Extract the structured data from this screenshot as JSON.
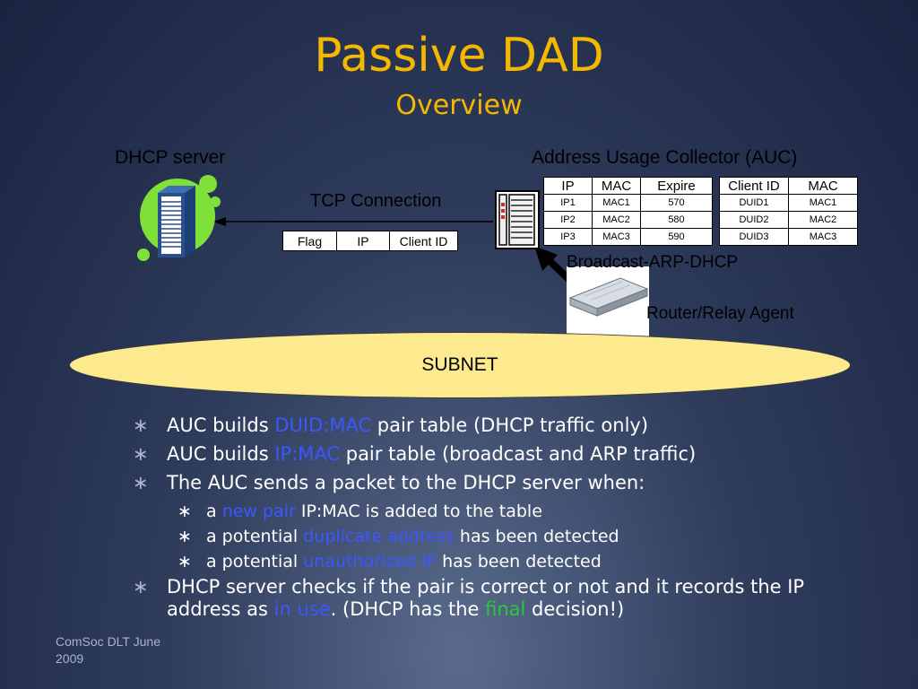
{
  "title": "Passive DAD",
  "subtitle": "Overview",
  "diagram": {
    "dhcp_server_label": "DHCP server",
    "auc_label": "Address Usage Collector (AUC)",
    "tcp_label": "TCP Connection",
    "packet_fields": [
      "Flag",
      "IP",
      "Client ID"
    ],
    "ip_mac_table": {
      "headers": [
        "IP",
        "MAC",
        "Expire"
      ],
      "rows": [
        [
          "IP1",
          "MAC1",
          "570"
        ],
        [
          "IP2",
          "MAC2",
          "580"
        ],
        [
          "IP3",
          "MAC3",
          "590"
        ]
      ]
    },
    "duid_mac_table": {
      "headers": [
        "Client ID",
        "MAC"
      ],
      "rows": [
        [
          "DUID1",
          "MAC1"
        ],
        [
          "DUID2",
          "MAC2"
        ],
        [
          "DUID3",
          "MAC3"
        ]
      ]
    },
    "broadcast_label": "Broadcast-ARP-DHCP",
    "router_label": "Router/Relay Agent",
    "subnet_label": "SUBNET",
    "colors": {
      "title": "#f5b800",
      "highlight_blue": "#3b57ff",
      "highlight_green": "#2bc93b",
      "subnet_fill": "#fde98e",
      "icon_green": "#7fe03a"
    }
  },
  "bullets": {
    "b1": {
      "pre": "AUC builds ",
      "hl": "DUID:MAC",
      "post": " pair table (DHCP traffic only)"
    },
    "b2": {
      "pre": "AUC builds ",
      "hl": "IP:MAC",
      "post": " pair table (broadcast and ARP traffic)"
    },
    "b3": {
      "text": "The AUC sends a packet to the DHCP server when:"
    },
    "s1": {
      "pre": "a ",
      "hl": "new pair",
      "post": " IP:MAC is added to the table"
    },
    "s2": {
      "pre": "a potential ",
      "hl": "duplicate address",
      "post": " has been detected"
    },
    "s3": {
      "pre": "a potential ",
      "hl": "unauthorized IP",
      "post": " has been detected"
    },
    "b4": {
      "pre": "DHCP server checks if the pair is correct or not and it records the IP address as ",
      "hl": "in use",
      "mid": ". (DHCP has the ",
      "hl2": "final",
      "post": " decision!)"
    }
  },
  "footer": {
    "line1": "ComSoc DLT June",
    "line2": "2009"
  }
}
